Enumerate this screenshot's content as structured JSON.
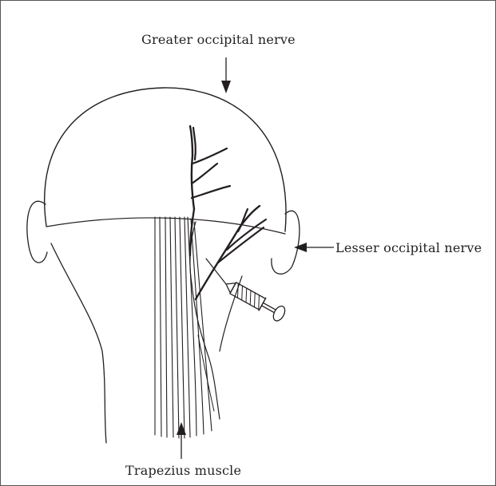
{
  "labels": {
    "greater_occipital_nerve": "Greater occipital nerve",
    "lesser_occipital_nerve": "Lesser occipital nerve",
    "trapezius_muscle": "Trapezius muscle"
  },
  "colors": {
    "ink": "#231f20",
    "frame": "#555555",
    "background": "#ffffff"
  }
}
